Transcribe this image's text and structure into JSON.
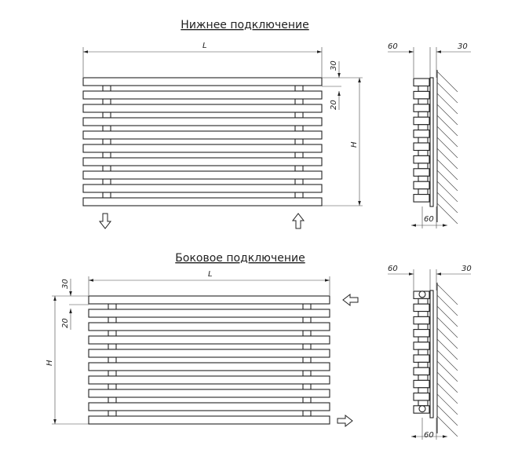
{
  "views": [
    {
      "title": "Нижнее подключение",
      "length_label": "L",
      "height_label": "H",
      "top_offset": "30",
      "spacing": "20",
      "bars": 10,
      "connection": "bottom"
    },
    {
      "title": "Боковое подключение",
      "length_label": "L",
      "height_label": "H",
      "top_offset": "30",
      "spacing": "20",
      "bars": 10,
      "connection": "side"
    }
  ],
  "side_views": [
    {
      "depth": "60",
      "wall_gap": "30",
      "bracket": "60"
    },
    {
      "depth": "60",
      "wall_gap": "30",
      "bracket": "60"
    }
  ]
}
